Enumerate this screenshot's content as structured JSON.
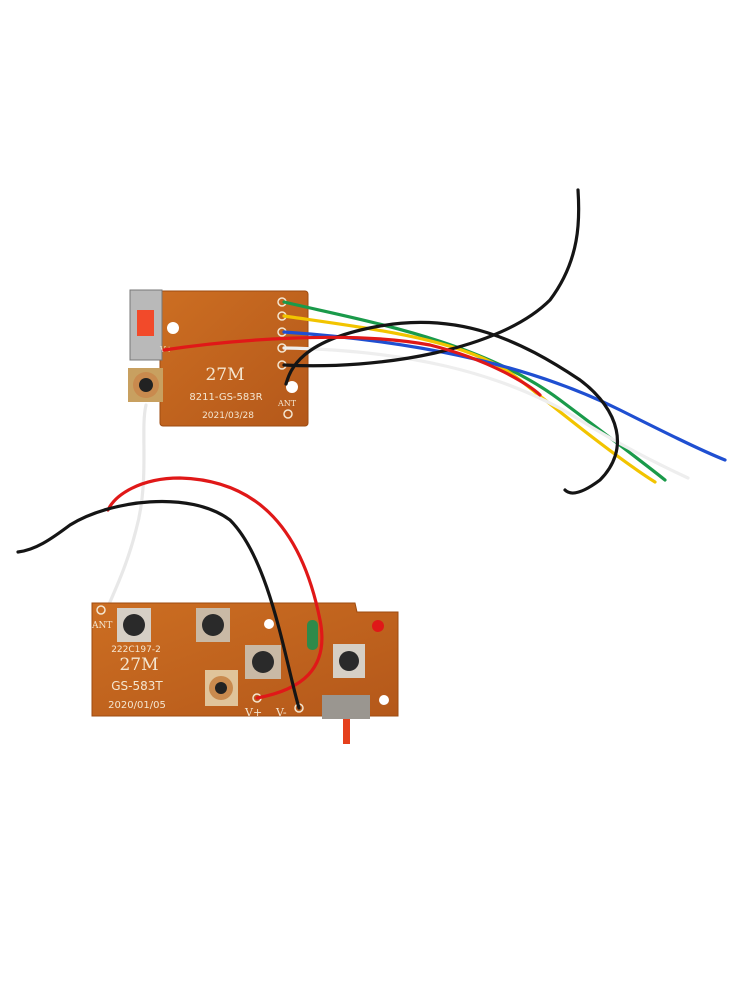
{
  "receiver": {
    "frequency": "27M",
    "model": "8211-GS-583R",
    "date": "2021/03/28",
    "antenna_label": "ANT",
    "power_label": "V+",
    "wire_colors": [
      "#1a9a4a",
      "#f2c400",
      "#1f4fd1",
      "#f0f0f0",
      "#151515",
      "#e01818"
    ]
  },
  "transmitter": {
    "part_code": "222C197-2",
    "frequency": "27M",
    "model": "GS-583T",
    "date": "2020/01/05",
    "antenna_label": "ANT",
    "vplus_label": "V+",
    "vminus_label": "V-",
    "wire_colors": [
      "#e01818",
      "#151515",
      "#f0f0f0"
    ]
  },
  "colors": {
    "pcb": "#c2651c",
    "pcb_edge": "#a8500f",
    "silkscreen": "#f4e6d0"
  }
}
